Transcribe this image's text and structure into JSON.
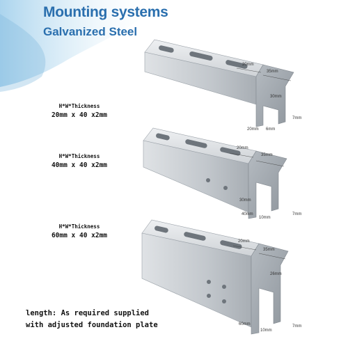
{
  "header": {
    "title": "Mounting systems",
    "subtitle": "Galvanized Steel"
  },
  "products": [
    {
      "spec_label": "H*W*Thickness",
      "spec_value": "20mm x 40 x2mm",
      "dims": {
        "a": "20mm",
        "b": "35mm",
        "c": "30mm",
        "d": "7mm",
        "e": "20mm",
        "f": "6mm"
      }
    },
    {
      "spec_label": "H*W*Thickness",
      "spec_value": "40mm x 40 x2mm",
      "dims": {
        "a": "20mm",
        "b": "35mm",
        "c": "30mm",
        "d": "7mm",
        "e": "40mm",
        "f": "10mm"
      }
    },
    {
      "spec_label": "H*W*Thickness",
      "spec_value": "60mm x 40 x2mm",
      "dims": {
        "a": "20mm",
        "b": "35mm",
        "c": "26mm",
        "d": "7mm",
        "e": "60mm",
        "f": "10mm"
      }
    }
  ],
  "footer": {
    "line1": "length: As required supplied",
    "line2": "with adjusted foundation plate"
  },
  "colors": {
    "title": "#2a6fae",
    "steel_light": "#e4e7ea",
    "steel_mid": "#c3c8cd",
    "steel_dark": "#9aa1a8"
  }
}
